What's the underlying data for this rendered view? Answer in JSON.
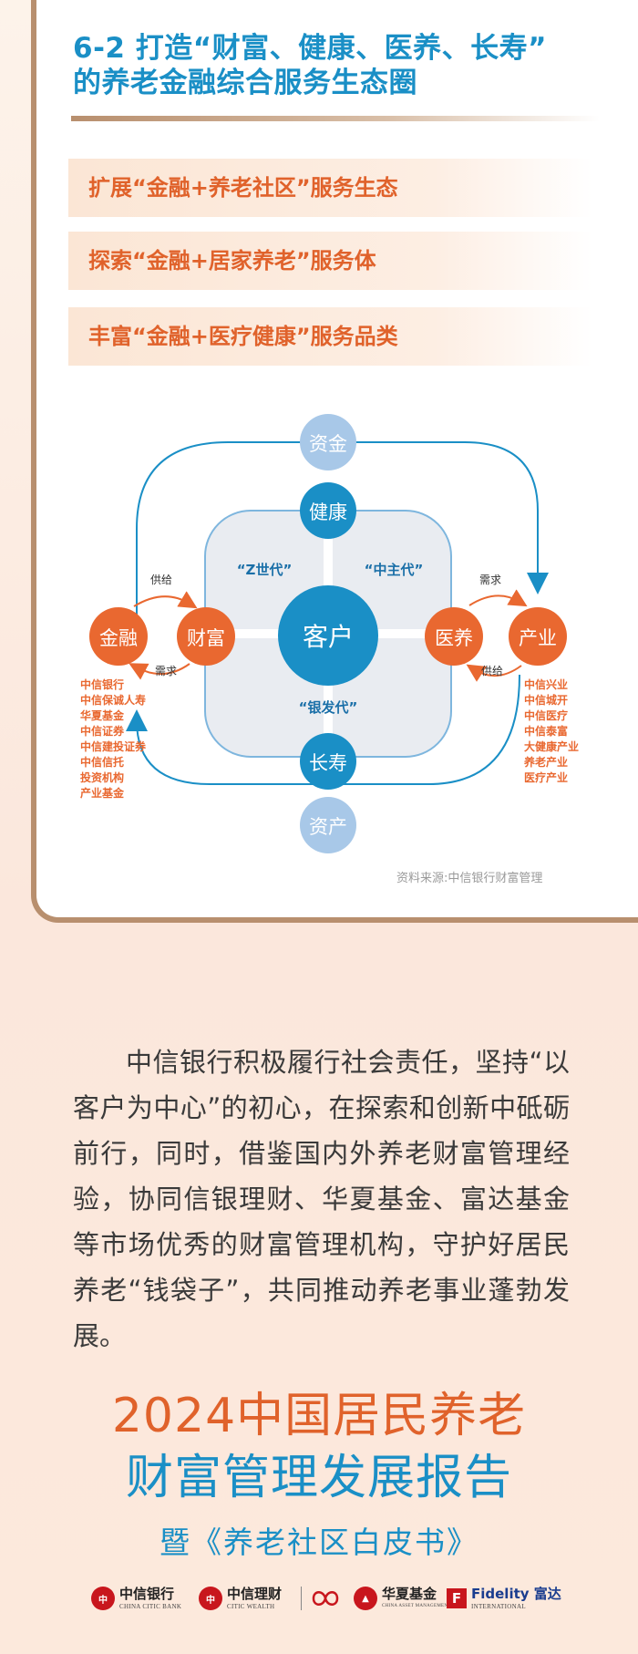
{
  "header": {
    "title_line1": "6-2 打造“财富、健康、医养、长寿”",
    "title_line2": "的养老金融综合服务生态圈"
  },
  "pills": [
    {
      "label": "扩展“金融+养老社区”服务生态"
    },
    {
      "label": "探索“金融+居家养老”服务体"
    },
    {
      "label": "丰富“金融+医疗健康”服务品类"
    }
  ],
  "diagram": {
    "center": "客户",
    "top": "健康",
    "bottom": "长寿",
    "left": "财富",
    "right": "医养",
    "outer_top": "资金",
    "outer_bottom": "资产",
    "outer_left": "金融",
    "outer_right": "产业",
    "segment_z": "“Z世代”",
    "segment_mid": "“中主代”",
    "segment_silver": "“银发代”",
    "left_supply": "供给",
    "left_demand": "需求",
    "right_demand": "需求",
    "right_supply": "供给",
    "finance_list": [
      "中信银行",
      "中信保诚人寿",
      "华夏基金",
      "中信证券",
      "中信建投证券",
      "中信信托",
      "投资机构",
      "产业基金"
    ],
    "industry_list": [
      "中信兴业",
      "中信城开",
      "中信医疗",
      "中信泰富",
      "大健康产业",
      "养老产业",
      "医疗产业"
    ],
    "colors": {
      "blue": "#1a8fc6",
      "orange": "#e96830",
      "light_blue": "#a8c8e8",
      "panel": "#e9ecf1"
    }
  },
  "source": "资料来源:中信银行财富管理",
  "body": {
    "paragraph": "中信银行积极履行社会责任，坚持“以客户为中心”的初心，在探索和创新中砥砺前行，同时，借鉴国内外养老财富管理经验，协同信银理财、华夏基金、富达基金等市场优秀的财富管理机构，守护好居民养老“钱袋子”，共同推动养老事业蓬勃发展。"
  },
  "report": {
    "line1": "2024中国居民养老",
    "line2": "财富管理发展报告",
    "line3": "暨《养老社区白皮书》"
  },
  "logos": {
    "citic_bank": {
      "cn": "中信银行",
      "en": "CHINA CITIC BANK"
    },
    "citic_wealth": {
      "cn": "中信理财",
      "en": "CITIC WEALTH"
    },
    "china_amc": {
      "cn": "华夏基金",
      "en": "CHINA ASSET MANAGEMENT"
    },
    "fidelity": {
      "en": "Fidelity",
      "cn": "富达",
      "sub": "INTERNATIONAL"
    }
  }
}
